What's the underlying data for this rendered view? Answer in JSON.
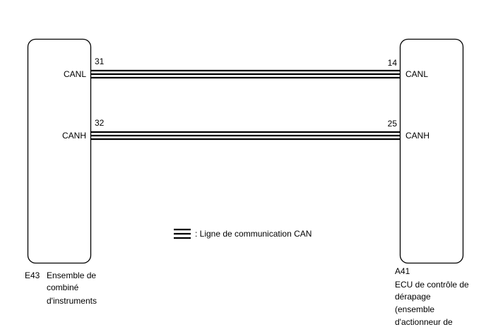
{
  "components": {
    "left": {
      "code": "E43",
      "name_lines": [
        "Ensemble de",
        "combiné",
        "d'instruments"
      ]
    },
    "right": {
      "code": "A41",
      "name_lines": [
        "ECU de contrôle de",
        "dérapage",
        "(ensemble",
        "d'actionneur de"
      ]
    }
  },
  "wires": [
    {
      "signal_left": "CANL",
      "pin_left": "31",
      "pin_right": "14",
      "signal_right": "CANL"
    },
    {
      "signal_left": "CANH",
      "pin_left": "32",
      "pin_right": "25",
      "signal_right": "CANH"
    }
  ],
  "legend": {
    "text": ": Ligne de communication CAN"
  }
}
